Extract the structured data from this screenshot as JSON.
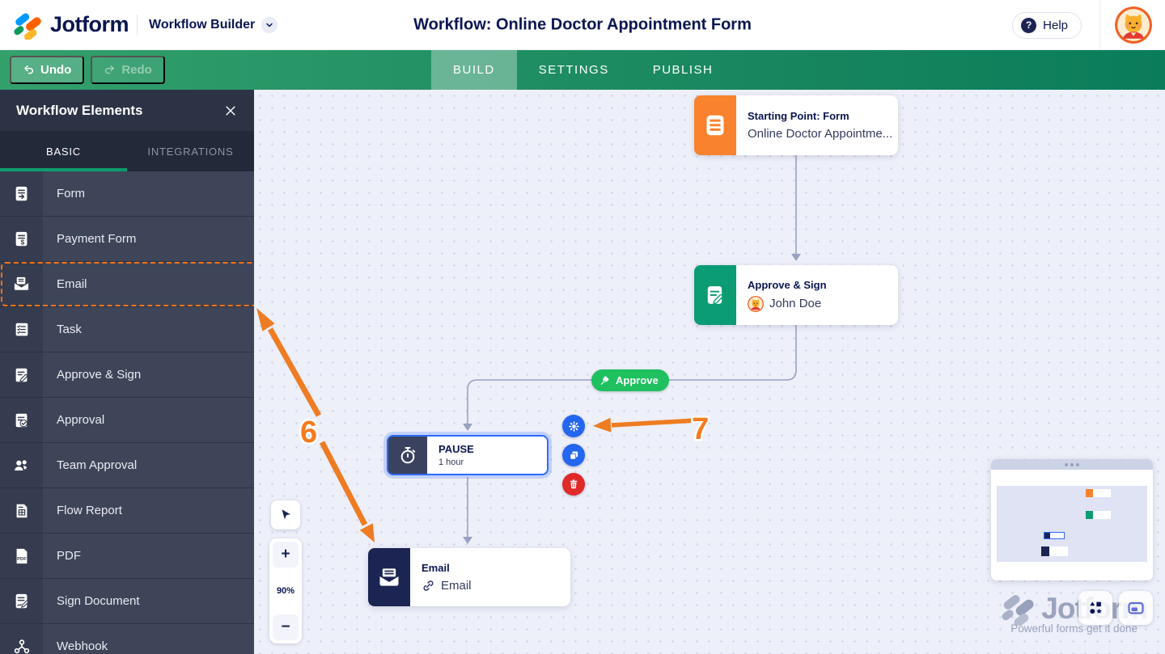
{
  "header": {
    "brand": "Jotform",
    "app_switcher": "Workflow Builder",
    "title": "Workflow: Online Doctor Appointment Form",
    "help_label": "Help"
  },
  "toolbar": {
    "undo_label": "Undo",
    "redo_label": "Redo",
    "tabs": [
      {
        "label": "BUILD",
        "active": true
      },
      {
        "label": "SETTINGS",
        "active": false
      },
      {
        "label": "PUBLISH",
        "active": false
      }
    ]
  },
  "sidebar": {
    "title": "Workflow Elements",
    "tabs": [
      {
        "label": "BASIC",
        "active": true
      },
      {
        "label": "INTEGRATIONS",
        "active": false
      }
    ],
    "items": [
      {
        "label": "Form",
        "icon": "form-icon",
        "highlighted": false
      },
      {
        "label": "Payment Form",
        "icon": "payment-form-icon",
        "highlighted": false
      },
      {
        "label": "Email",
        "icon": "email-icon",
        "highlighted": true
      },
      {
        "label": "Task",
        "icon": "task-icon",
        "highlighted": false
      },
      {
        "label": "Approve & Sign",
        "icon": "approve-sign-icon",
        "highlighted": false
      },
      {
        "label": "Approval",
        "icon": "approval-icon",
        "highlighted": false
      },
      {
        "label": "Team Approval",
        "icon": "team-approval-icon",
        "highlighted": false
      },
      {
        "label": "Flow Report",
        "icon": "flow-report-icon",
        "highlighted": false
      },
      {
        "label": "PDF",
        "icon": "pdf-icon",
        "highlighted": false
      },
      {
        "label": "Sign Document",
        "icon": "sign-document-icon",
        "highlighted": false
      },
      {
        "label": "Webhook",
        "icon": "webhook-icon",
        "highlighted": false
      }
    ]
  },
  "canvas": {
    "nodes": {
      "start": {
        "title": "Starting Point: Form",
        "subtitle": "Online Doctor Appointme..."
      },
      "approve_sign": {
        "title": "Approve & Sign",
        "assignee": "John Doe"
      },
      "pause": {
        "title": "PAUSE",
        "subtitle": "1 hour"
      },
      "email": {
        "title": "Email",
        "subtitle": "Email"
      }
    },
    "branch_label": "Approve",
    "zoom_controls": {
      "in": "+",
      "out": "−",
      "level": "90%"
    },
    "annotations": [
      {
        "label": "6"
      },
      {
        "label": "7"
      }
    ]
  },
  "watermark": {
    "brand": "Jotform",
    "tagline": "Powerful forms get it done"
  },
  "colors": {
    "navy": "#0a1551",
    "toolbar_green_left": "#33a06c",
    "toolbar_green_right": "#0b7c5a",
    "sidebar_bg": "#3e4559",
    "highlight_orange": "#f97316",
    "node_orange": "#f8822d",
    "node_green": "#0b9c74",
    "badge_green": "#1ec05f",
    "selected_blue": "#2e6bff",
    "action_blue": "#2566f1",
    "action_red": "#e02929",
    "canvas_bg": "#edeff9"
  }
}
